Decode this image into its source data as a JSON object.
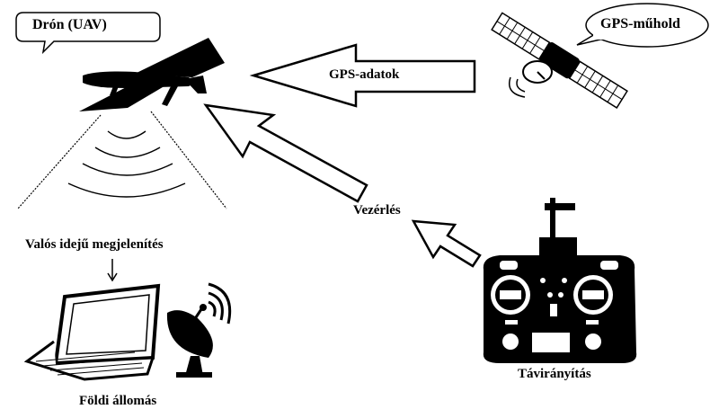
{
  "labels": {
    "drone": "Drón (UAV)",
    "satellite": "GPS-műhold",
    "gps_data": "GPS-adatok",
    "control": "Vezérlés",
    "realtime": "Valós idejű megjelenítés",
    "ground_station": "Földi állomás",
    "remote": "Távirányítás"
  },
  "icons": [
    "drone-icon",
    "satellite-icon",
    "laptop-icon",
    "dish-antenna-icon",
    "remote-controller-icon"
  ],
  "colors": {
    "ink": "#000000",
    "paper": "#ffffff"
  }
}
